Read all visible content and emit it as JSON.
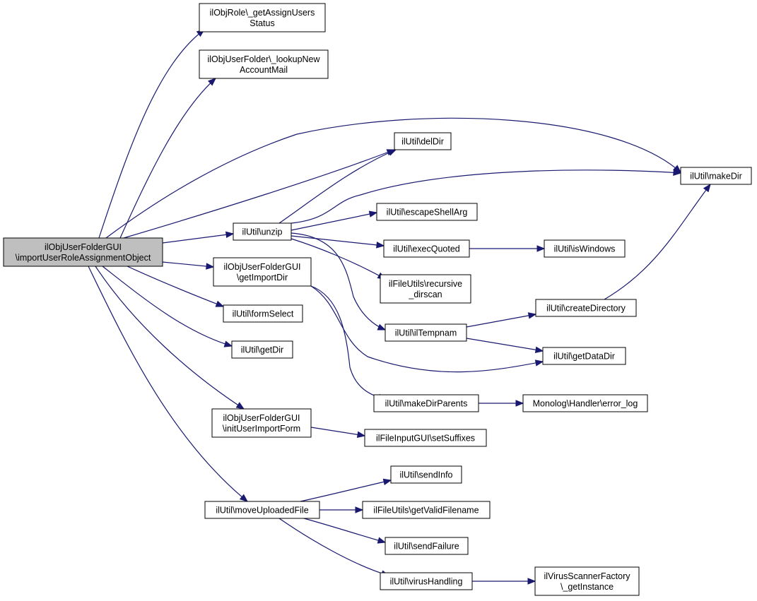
{
  "colors": {
    "edge": "#191970",
    "root_fill": "#bfbfbf",
    "node_fill": "#ffffff",
    "node_border": "#000000"
  },
  "nodes": {
    "root": [
      "ilObjUserFolderGUI",
      "\\importUserRoleAssignmentObject"
    ],
    "getAssignUsersStatus": [
      "ilObjRole\\_getAssignUsers",
      "Status"
    ],
    "lookupNewAccountMail": [
      "ilObjUserFolder\\_lookupNew",
      "AccountMail"
    ],
    "delDir": [
      "ilUtil\\delDir"
    ],
    "makeDir": [
      "ilUtil\\makeDir"
    ],
    "escapeShellArg": [
      "ilUtil\\escapeShellArg"
    ],
    "unzip": [
      "ilUtil\\unzip"
    ],
    "execQuoted": [
      "ilUtil\\execQuoted"
    ],
    "isWindows": [
      "ilUtil\\isWindows"
    ],
    "getImportDir": [
      "ilObjUserFolderGUI",
      "\\getImportDir"
    ],
    "recursiveDirscan": [
      "ilFileUtils\\recursive",
      "_dirscan"
    ],
    "createDirectory": [
      "ilUtil\\createDirectory"
    ],
    "formSelect": [
      "ilUtil\\formSelect"
    ],
    "ilTempnam": [
      "ilUtil\\ilTempnam"
    ],
    "getDir": [
      "ilUtil\\getDir"
    ],
    "getDataDir": [
      "ilUtil\\getDataDir"
    ],
    "makeDirParents": [
      "ilUtil\\makeDirParents"
    ],
    "errorLog": [
      "Monolog\\Handler\\error_log"
    ],
    "initUserImportForm": [
      "ilObjUserFolderGUI",
      "\\initUserImportForm"
    ],
    "setSuffixes": [
      "ilFileInputGUI\\setSuffixes"
    ],
    "sendInfo": [
      "ilUtil\\sendInfo"
    ],
    "moveUploadedFile": [
      "ilUtil\\moveUploadedFile"
    ],
    "getValidFilename": [
      "ilFileUtils\\getValidFilename"
    ],
    "sendFailure": [
      "ilUtil\\sendFailure"
    ],
    "virusHandling": [
      "ilUtil\\virusHandling"
    ],
    "getInstance": [
      "ilVirusScannerFactory",
      "\\_getInstance"
    ]
  },
  "edges": [
    [
      "root",
      "getAssignUsersStatus"
    ],
    [
      "root",
      "lookupNewAccountMail"
    ],
    [
      "root",
      "makeDir"
    ],
    [
      "root",
      "delDir"
    ],
    [
      "root",
      "unzip"
    ],
    [
      "root",
      "getImportDir"
    ],
    [
      "root",
      "formSelect"
    ],
    [
      "root",
      "getDir"
    ],
    [
      "root",
      "initUserImportForm"
    ],
    [
      "root",
      "moveUploadedFile"
    ],
    [
      "unzip",
      "delDir"
    ],
    [
      "unzip",
      "makeDir"
    ],
    [
      "unzip",
      "escapeShellArg"
    ],
    [
      "unzip",
      "execQuoted"
    ],
    [
      "unzip",
      "recursiveDirscan"
    ],
    [
      "unzip",
      "ilTempnam"
    ],
    [
      "execQuoted",
      "isWindows"
    ],
    [
      "getImportDir",
      "getDataDir"
    ],
    [
      "getImportDir",
      "makeDirParents"
    ],
    [
      "ilTempnam",
      "createDirectory"
    ],
    [
      "ilTempnam",
      "getDataDir"
    ],
    [
      "createDirectory",
      "makeDir"
    ],
    [
      "makeDirParents",
      "errorLog"
    ],
    [
      "initUserImportForm",
      "setSuffixes"
    ],
    [
      "moveUploadedFile",
      "sendInfo"
    ],
    [
      "moveUploadedFile",
      "getValidFilename"
    ],
    [
      "moveUploadedFile",
      "sendFailure"
    ],
    [
      "moveUploadedFile",
      "virusHandling"
    ],
    [
      "virusHandling",
      "getInstance"
    ]
  ]
}
